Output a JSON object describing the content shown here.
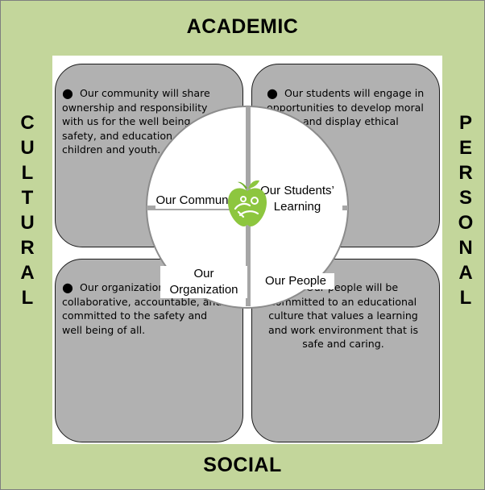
{
  "labels": {
    "top": "ACADEMIC",
    "bottom": "SOCIAL",
    "left_letters": [
      "C",
      "U",
      "L",
      "T",
      "U",
      "R",
      "A",
      "L"
    ],
    "right_letters": [
      "P",
      "E",
      "R",
      "S",
      "O",
      "N",
      "A",
      "L"
    ]
  },
  "circle": {
    "community": "Our Community",
    "students_learning": "Our Students’ Learning",
    "organization": "Our Organization",
    "people": "Our People"
  },
  "boxes": {
    "community": "Our community will share ownership and responsibility with us for the well being, safety, and education of our children and youth.",
    "students": "Our students will engage in opportunities to develop moral values and display ethical behaviour.",
    "organization": "Our organization will be collaborative, accountable, and committed to the safety and well being of all.",
    "people": "Our people will be committed to an educational culture that values a learning and work environment that is safe and caring."
  },
  "logo": {
    "icon": "apple-logo-icon",
    "color": "#8dc63f"
  },
  "colors": {
    "frame": "#c3d69b",
    "box": "#b1b1b1",
    "divider": "#a6a6a6"
  }
}
